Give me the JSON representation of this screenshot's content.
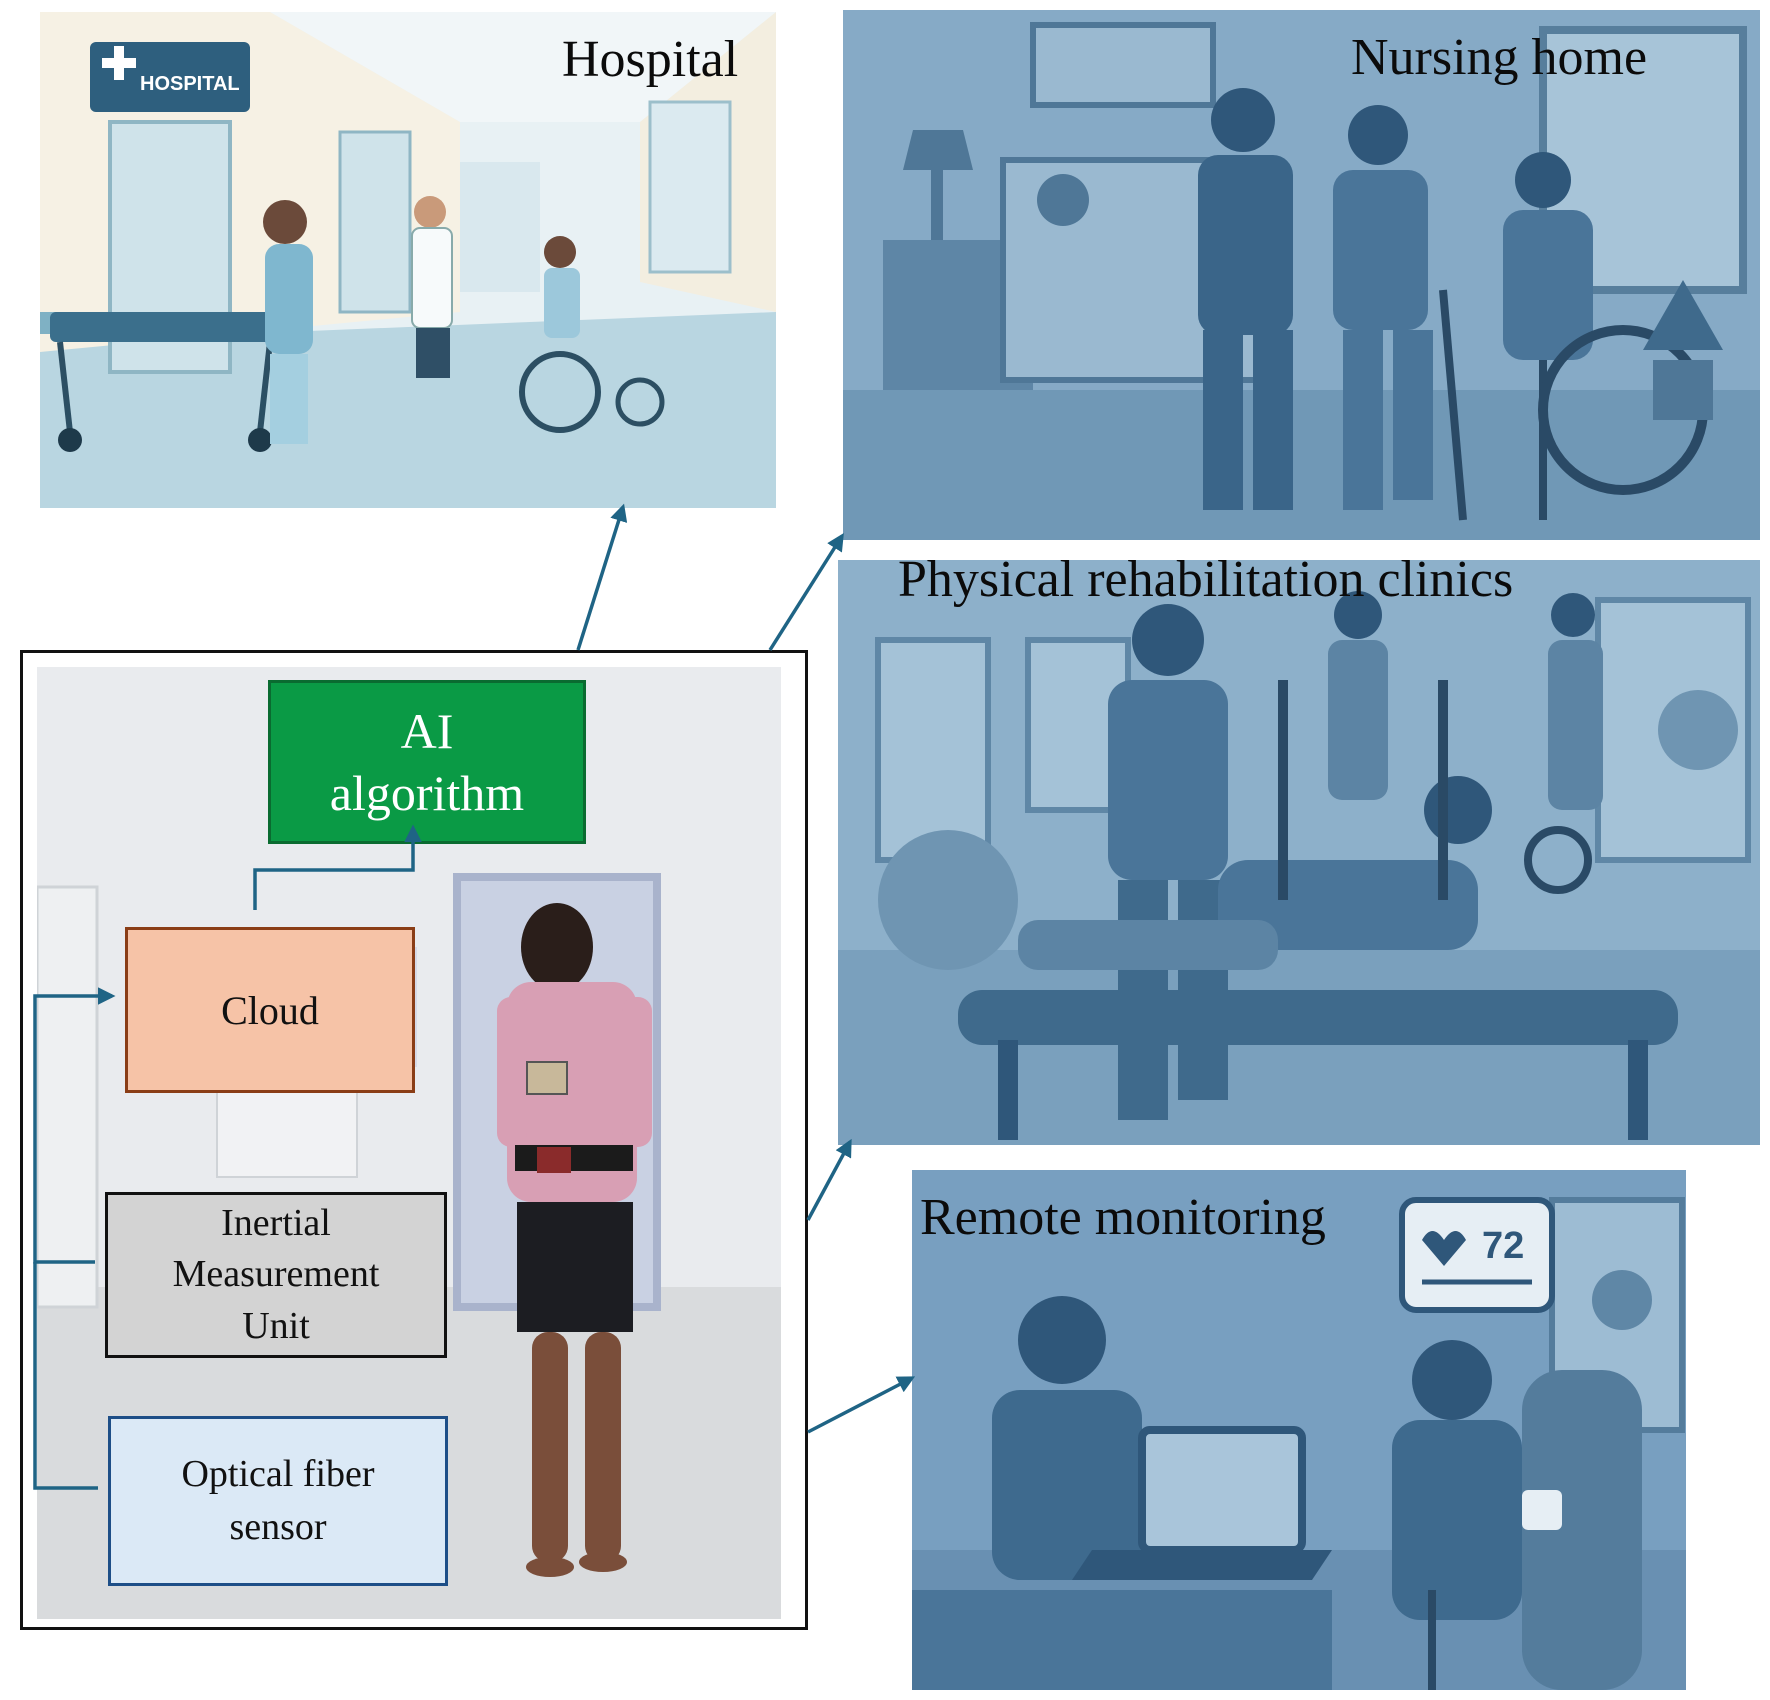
{
  "scenes": {
    "hospital": {
      "title": "Hospital",
      "sign": "HOSPITAL"
    },
    "nursing_home": {
      "title": "Nursing home"
    },
    "rehab": {
      "title": "Physical rehabilitation clinics"
    },
    "remote": {
      "title": "Remote monitoring",
      "heart_rate": "72"
    }
  },
  "system": {
    "ai": {
      "line1": "AI",
      "line2": "algorithm"
    },
    "cloud": {
      "label": "Cloud"
    },
    "imu": {
      "line1": "Inertial",
      "line2": "Measurement",
      "line3": "Unit"
    },
    "ofs": {
      "line1": "Optical fiber",
      "line2": "sensor"
    }
  },
  "colors": {
    "ai_box": "#0a9a45",
    "cloud_box": "#f6c3a7",
    "imu_box": "#d3d3d3",
    "ofs_box": "#dbe9f6",
    "connector": "#1f6485",
    "scene_blue": "#7ea5c3"
  }
}
